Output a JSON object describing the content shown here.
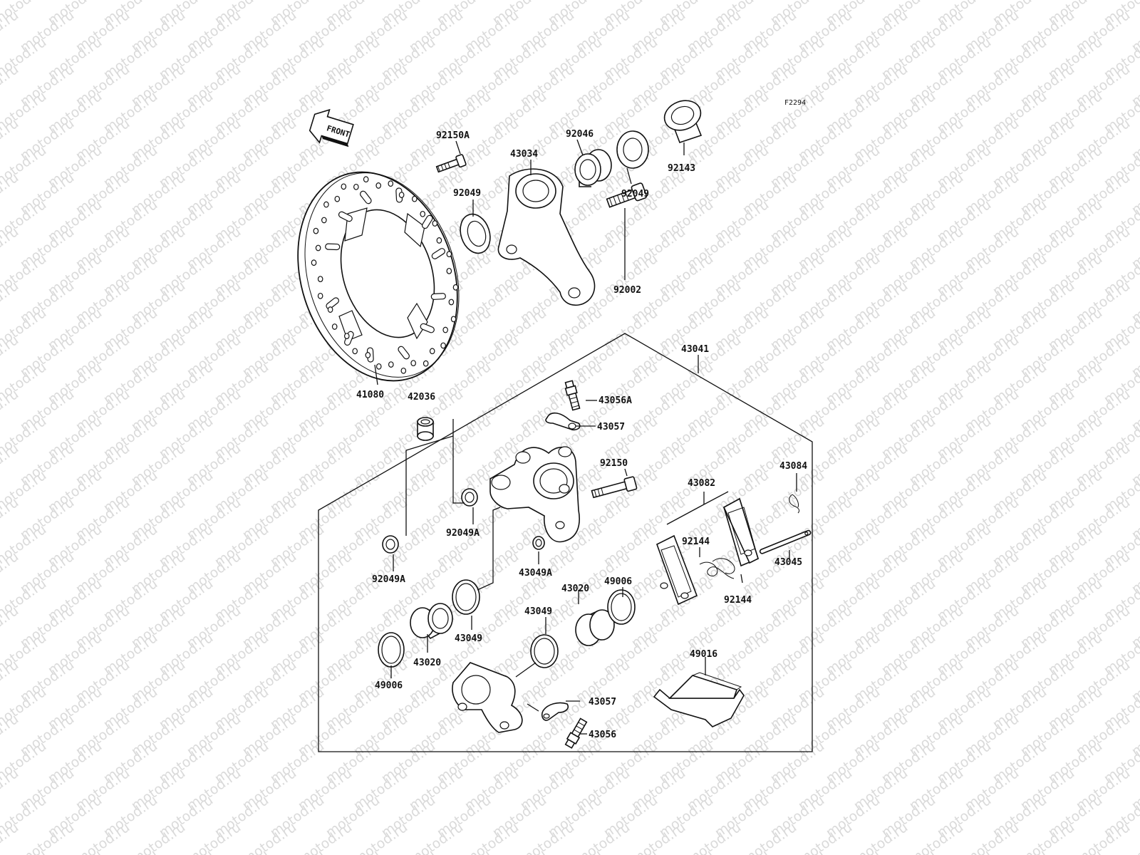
{
  "figure_id": "F2294",
  "front_indicator": "FRONT",
  "watermark_text": "motod.ru",
  "labels": {
    "p92150A": "92150A",
    "p43034": "43034",
    "p92046": "92046",
    "p92049_top": "92049",
    "p92143": "92143",
    "p92049_left": "92049",
    "p92002": "92002",
    "p41080": "41080",
    "p43041": "43041",
    "p42036": "42036",
    "p43056A": "43056A",
    "p43057_top": "43057",
    "p92150": "92150",
    "p43084": "43084",
    "p43082": "43082",
    "p92049A_mid": "92049A",
    "p92144_top": "92144",
    "p92049A_left": "92049A",
    "p43049A": "43049A",
    "p49006_right": "49006",
    "p43045": "43045",
    "p92144_bottom": "92144",
    "p43020_right": "43020",
    "p43049_right": "43049",
    "p43049_left": "43049",
    "p43020_left": "43020",
    "p49006_left": "49006",
    "p49016": "49016",
    "p43057_bottom": "43057",
    "p43056": "43056"
  }
}
